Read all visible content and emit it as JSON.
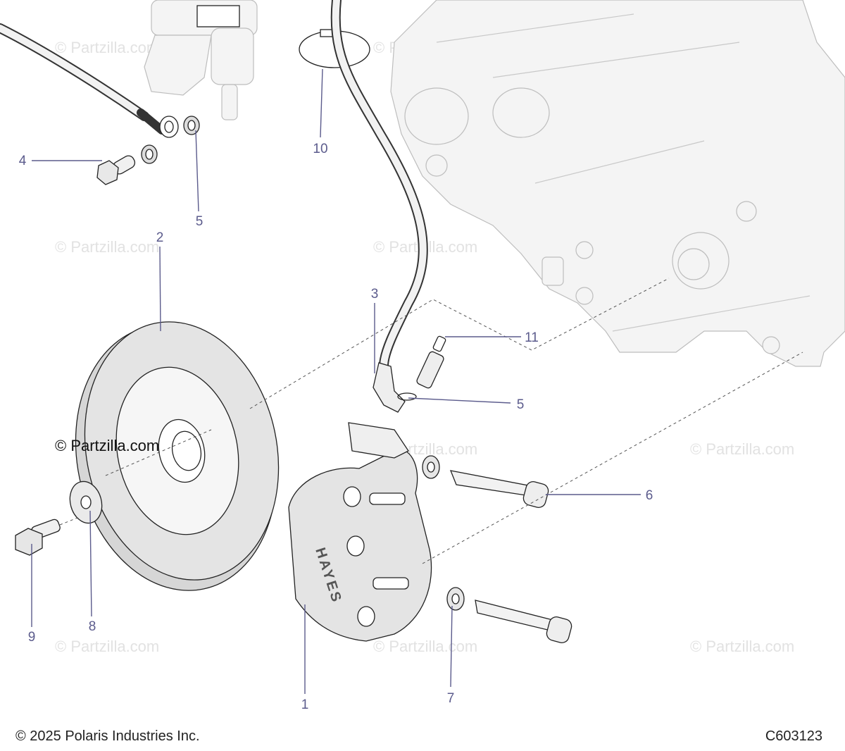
{
  "footer": {
    "copyright": "© 2025 Polaris Industries Inc.",
    "drawing_id": "C603123"
  },
  "watermark": {
    "main": "© Partzilla.com",
    "faint": "© Partzilla.com"
  },
  "callouts": {
    "c1": "1",
    "c2": "2",
    "c3": "3",
    "c4": "4",
    "c5a": "5",
    "c5b": "5",
    "c6": "6",
    "c7": "7",
    "c8": "8",
    "c9": "9",
    "c10": "10",
    "c11": "11"
  },
  "caliper_brand": "HAYES"
}
